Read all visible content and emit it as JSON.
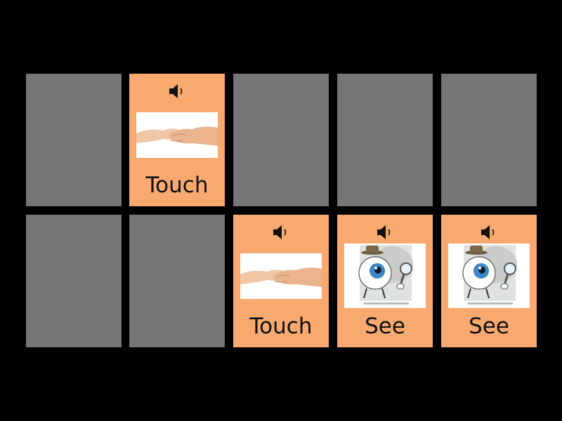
{
  "colors": {
    "background": "#000000",
    "card_back": "#747678",
    "card_front": "#f7a96f"
  },
  "cards": [
    {
      "state": "facedown"
    },
    {
      "state": "faceup",
      "word": "Touch",
      "picture": "hands-touching-image",
      "sound_icon": "speaker-icon"
    },
    {
      "state": "facedown"
    },
    {
      "state": "facedown"
    },
    {
      "state": "facedown"
    },
    {
      "state": "facedown"
    },
    {
      "state": "facedown"
    },
    {
      "state": "faceup",
      "word": "Touch",
      "picture": "hands-touching-image",
      "sound_icon": "speaker-icon"
    },
    {
      "state": "faceup",
      "word": "See",
      "picture": "eyeball-detective-image",
      "sound_icon": "speaker-icon"
    },
    {
      "state": "faceup",
      "word": "See",
      "picture": "eyeball-detective-image",
      "sound_icon": "speaker-icon"
    }
  ]
}
